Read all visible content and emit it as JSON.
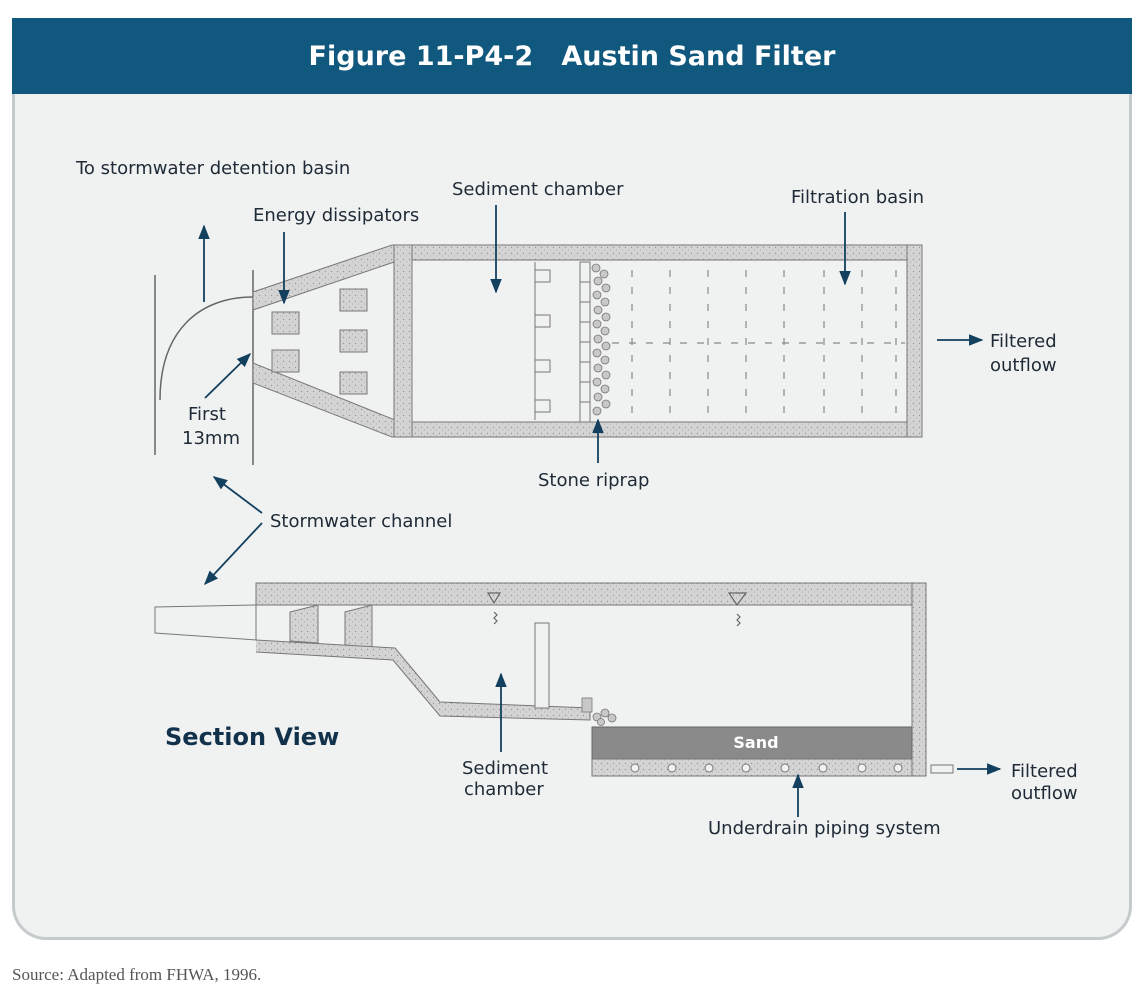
{
  "figure": {
    "number": "Figure 11-P4-2",
    "title": "Austin Sand Filter"
  },
  "plan_labels": {
    "to_basin": "To stormwater detention basin",
    "energy_dissipators": "Energy dissipators",
    "sediment_chamber": "Sediment chamber",
    "filtration_basin": "Filtration basin",
    "filtered_outflow_1": "Filtered",
    "filtered_outflow_2": "outflow",
    "first_1": "First",
    "first_2": "13mm",
    "stone_riprap": "Stone riprap",
    "stormwater_channel": "Stormwater channel"
  },
  "section_labels": {
    "section_view": "Section View",
    "sand": "Sand",
    "sediment_1": "Sediment",
    "sediment_2": "chamber",
    "filtered_outflow_1": "Filtered",
    "filtered_outflow_2": "outflow",
    "underdrain": "Underdrain piping system"
  },
  "source": "Source: Adapted from FHWA, 1996.",
  "colors": {
    "header": "#11587e",
    "background": "#f0f1f1",
    "arrow": "#13405f",
    "concrete": "#d2d2d2",
    "sand": "#8a8a8a"
  }
}
